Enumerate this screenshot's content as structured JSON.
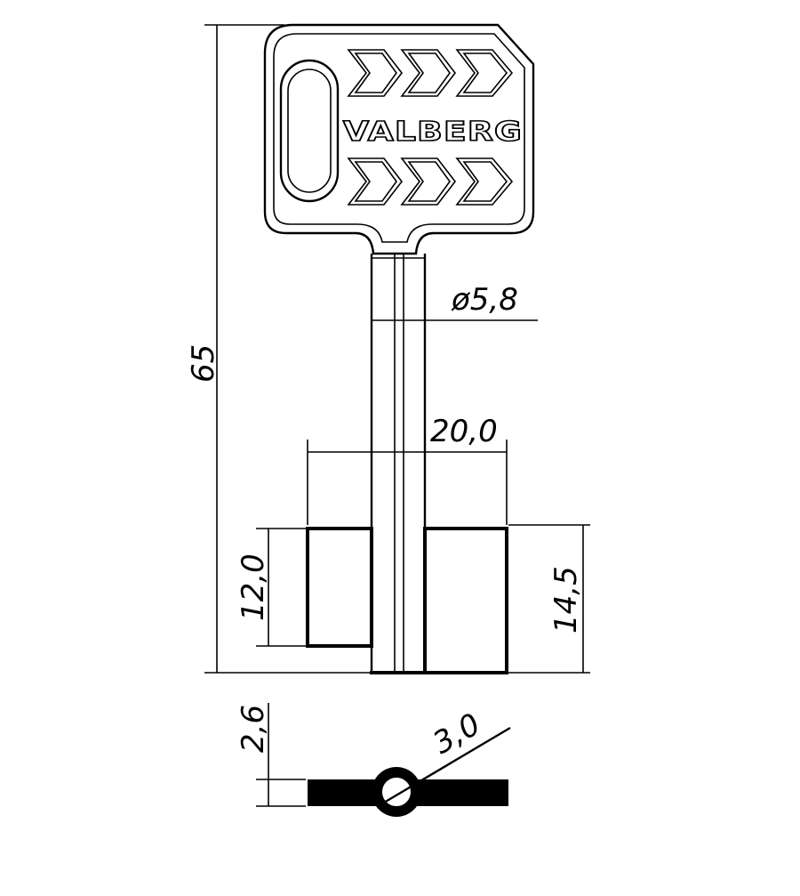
{
  "brand": {
    "name": "VALBERG"
  },
  "dimensions": {
    "overall_length": "65",
    "shank_diameter": "ø5,8",
    "bit_width": "20,0",
    "bit_height_left": "12,0",
    "bit_height_right": "14,5",
    "profile_thickness": "2,6",
    "profile_diameter": "3,0"
  }
}
